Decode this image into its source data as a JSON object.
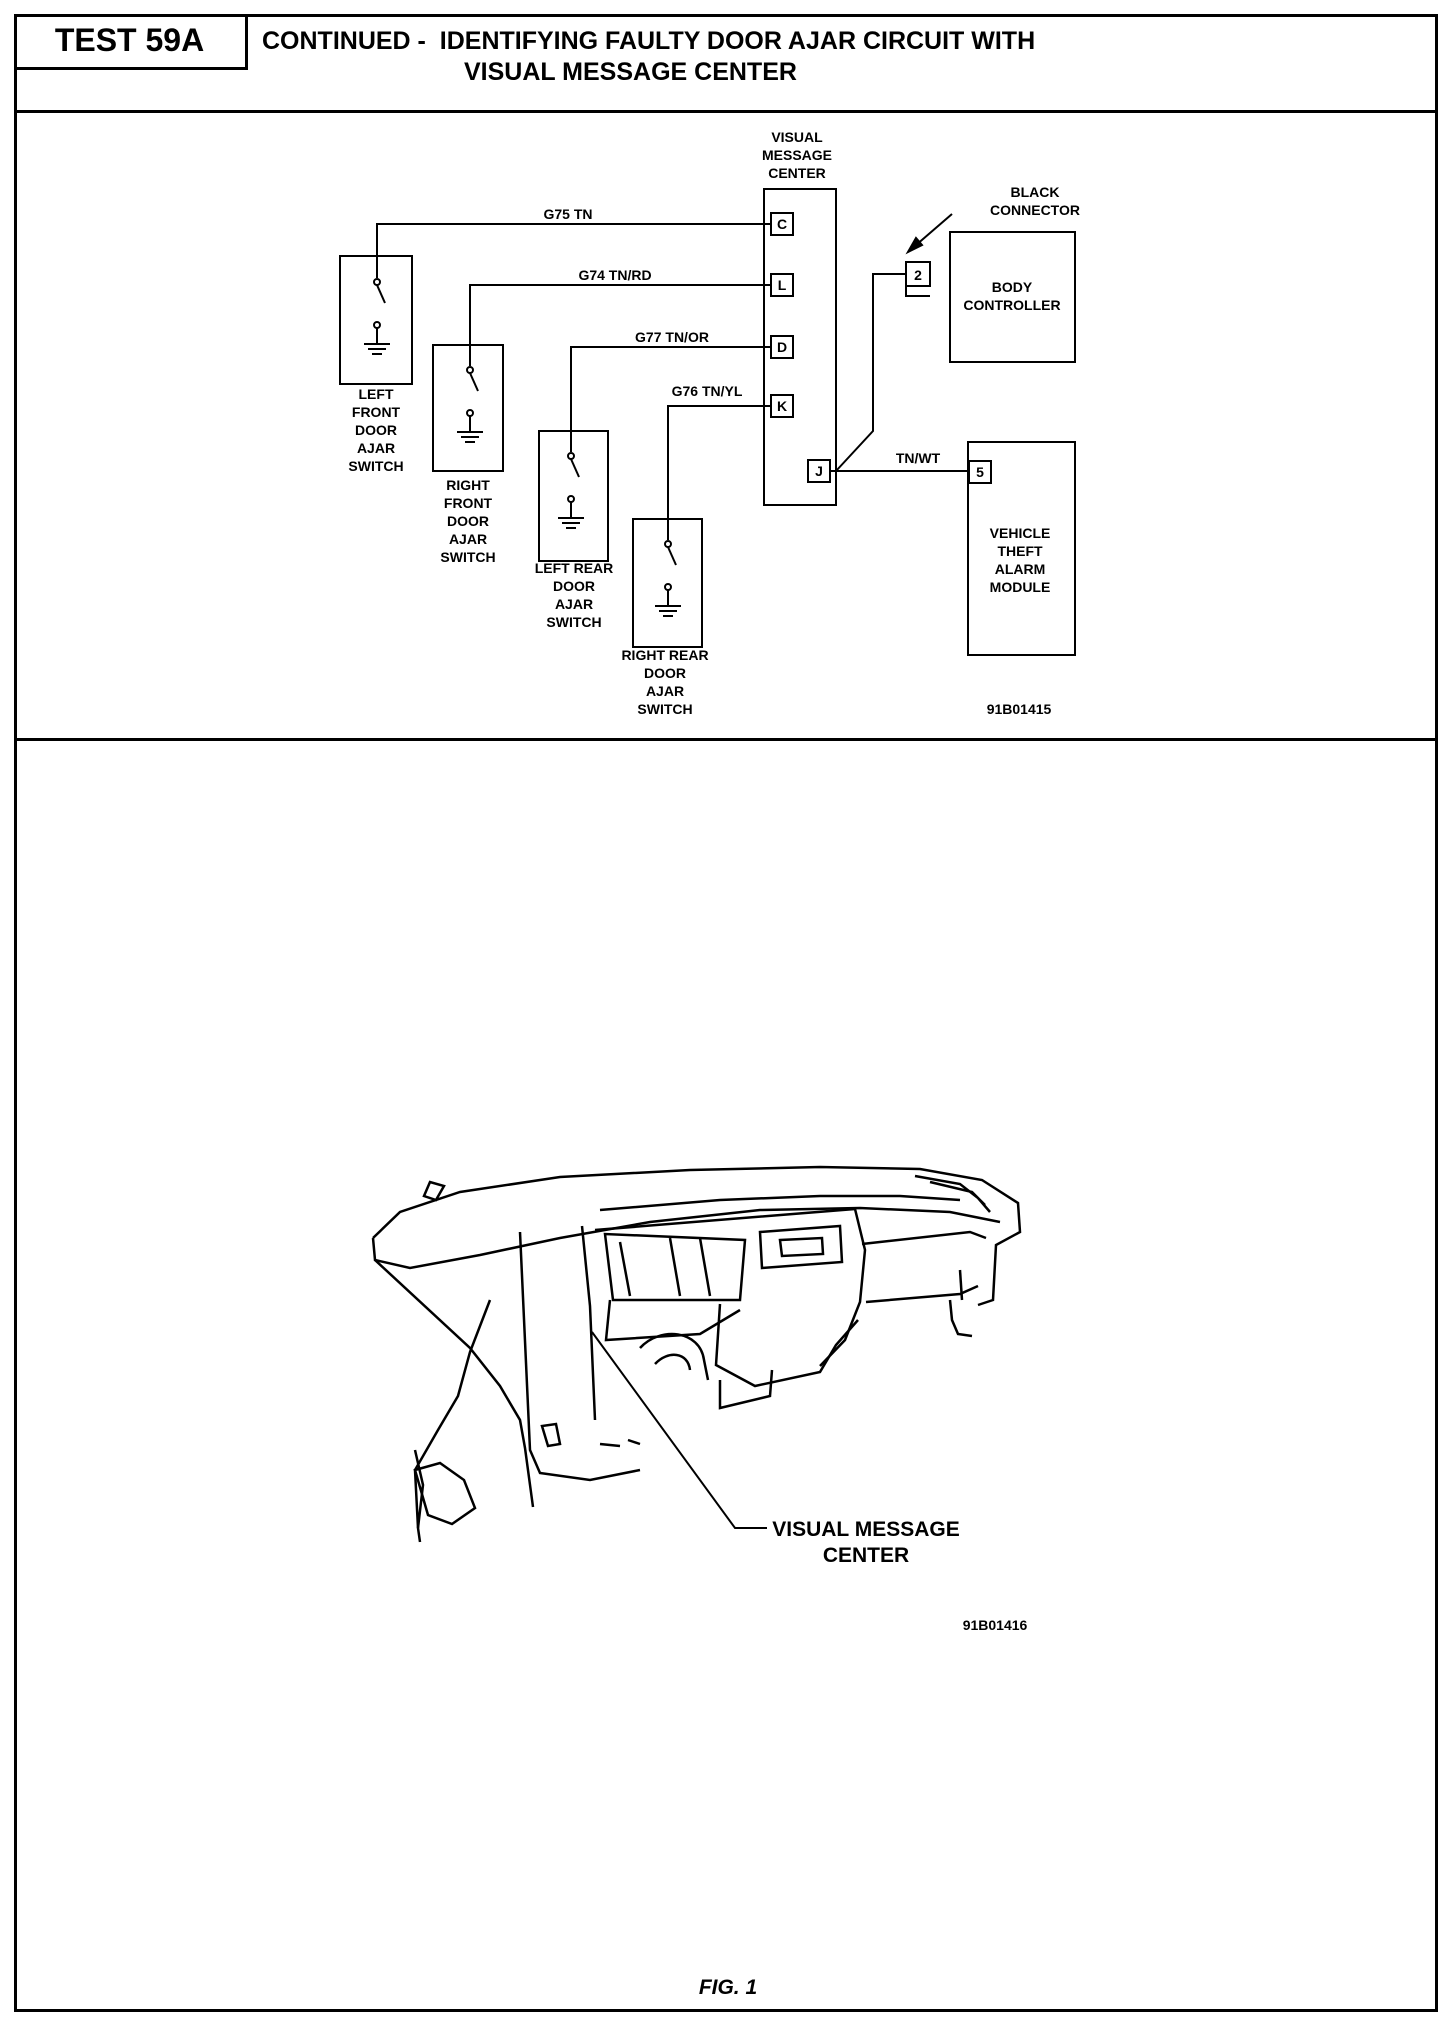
{
  "header": {
    "test_id": "TEST 59A",
    "title_line1": "CONTINUED -  IDENTIFYING FAULTY DOOR AJAR CIRCUIT WITH",
    "title_line2": "VISUAL MESSAGE CENTER"
  },
  "schematic": {
    "vmc_label": [
      "VISUAL",
      "MESSAGE",
      "CENTER"
    ],
    "vmc_pins": [
      "C",
      "L",
      "D",
      "K",
      "J"
    ],
    "wires": [
      "G75  TN",
      "G74  TN/RD",
      "G77  TN/OR",
      "G76  TN/YL",
      "TN/WT"
    ],
    "black_connector": [
      "BLACK",
      "CONNECTOR"
    ],
    "body_controller": [
      "BODY",
      "CONTROLLER"
    ],
    "body_controller_pin": "2",
    "theft_module": [
      "VEHICLE",
      "THEFT",
      "ALARM",
      "MODULE"
    ],
    "theft_module_pin": "5",
    "switches": [
      [
        "LEFT",
        "FRONT",
        "DOOR",
        "AJAR",
        "SWITCH"
      ],
      [
        "RIGHT",
        "FRONT",
        "DOOR",
        "AJAR",
        "SWITCH"
      ],
      [
        "LEFT REAR",
        "DOOR",
        "AJAR",
        "SWITCH"
      ],
      [
        "RIGHT REAR",
        "DOOR",
        "AJAR",
        "SWITCH"
      ]
    ],
    "figure_code": "91B01415"
  },
  "illustration": {
    "callout": [
      "VISUAL MESSAGE",
      "CENTER"
    ],
    "figure_code": "91B01416"
  },
  "caption": "FIG. 1"
}
